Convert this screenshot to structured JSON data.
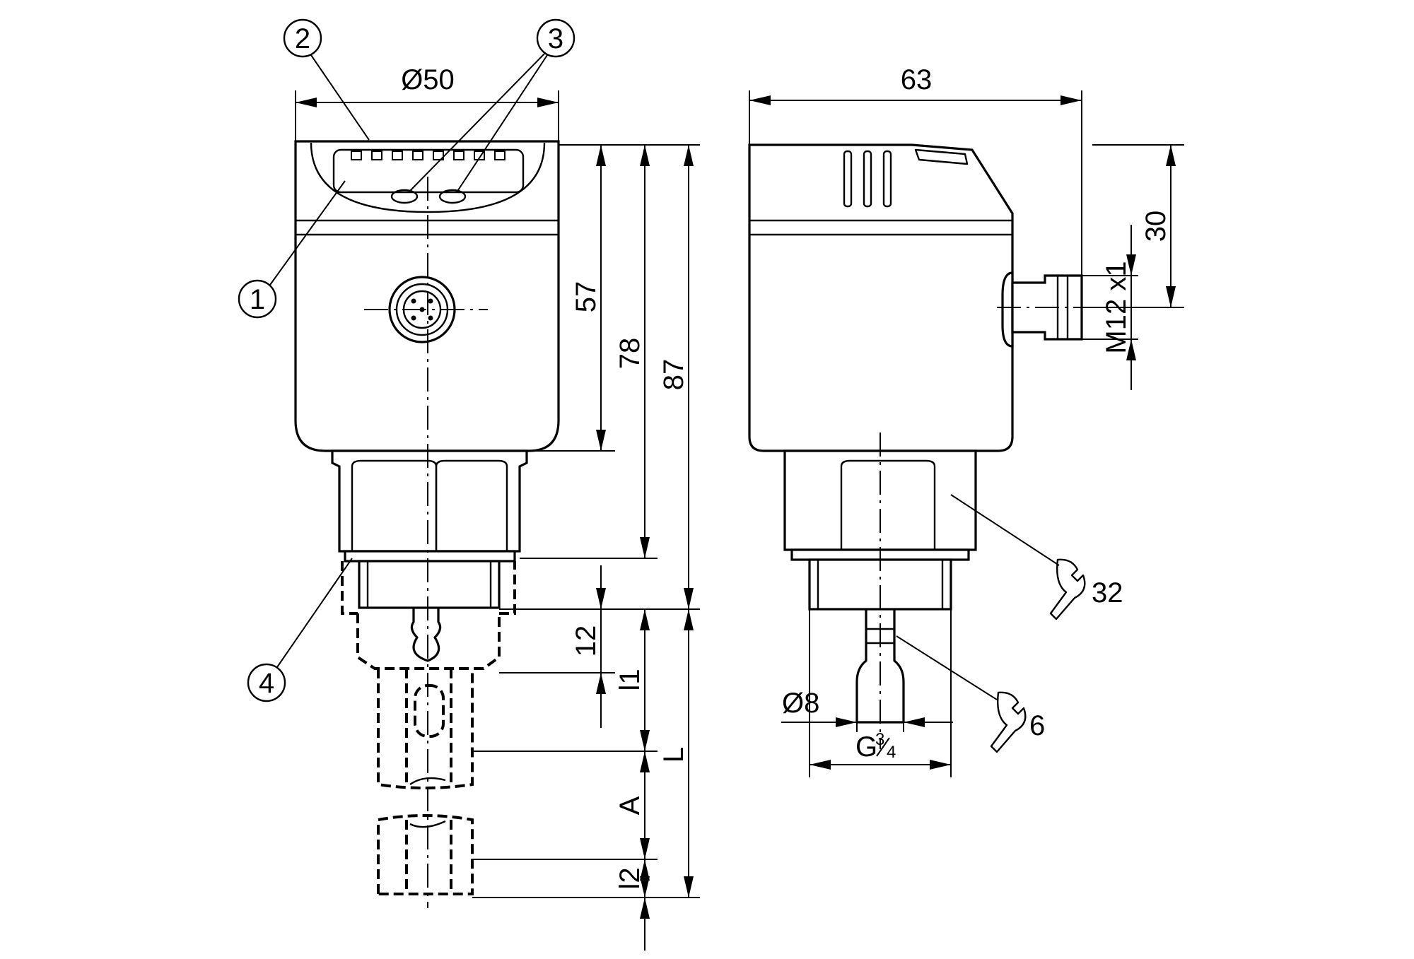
{
  "callouts": {
    "c1": "1",
    "c2": "2",
    "c3": "3",
    "c4": "4"
  },
  "dimensions": {
    "dia50": "Ø50",
    "d57": "57",
    "d78": "78",
    "d87": "87",
    "d12": "12",
    "l1": "l1",
    "L": "L",
    "A": "A",
    "l2": "l2",
    "d63": "63",
    "d30": "30",
    "thread": "M12 x1",
    "wrench32": "32",
    "wrench6": "6",
    "dia8": "Ø8",
    "g_prefix": "G",
    "g_sup": "3",
    "g_sub": "4"
  },
  "icons": {
    "wrench": "wrench-icon"
  }
}
